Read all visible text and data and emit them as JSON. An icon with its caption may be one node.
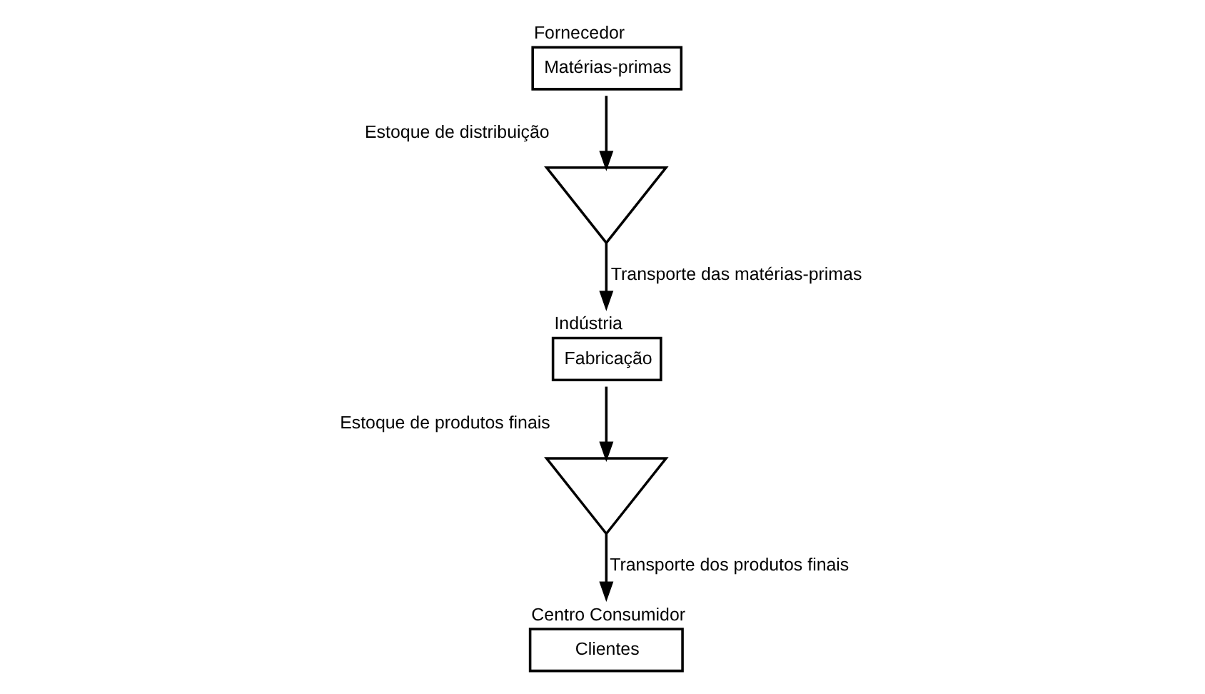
{
  "diagram": {
    "nodes": [
      {
        "text": [
          "Fornecedor",
          "Matérias-primas"
        ]
      },
      {
        "text": [],
        "shape": "triangle",
        "beside": [
          "Estoque de distribuição"
        ]
      },
      {
        "text": [
          "Indústria",
          "Fabricação"
        ]
      },
      {
        "text": [],
        "shape": "triangle",
        "beside": [
          "Estoque de produtos finais"
        ]
      },
      {
        "text": [
          "Centro Consumidor",
          "Clientes"
        ]
      }
    ],
    "edges": [
      {
        "from": 0,
        "to": 1,
        "arrow": "to"
      },
      {
        "from": 1,
        "to": 2,
        "arrow": "to",
        "label": "Transporte das matérias-primas"
      },
      {
        "from": 2,
        "to": 3,
        "arrow": "to"
      },
      {
        "from": 3,
        "to": 4,
        "arrow": "to",
        "label": "Transporte dos produtos finais"
      }
    ]
  }
}
